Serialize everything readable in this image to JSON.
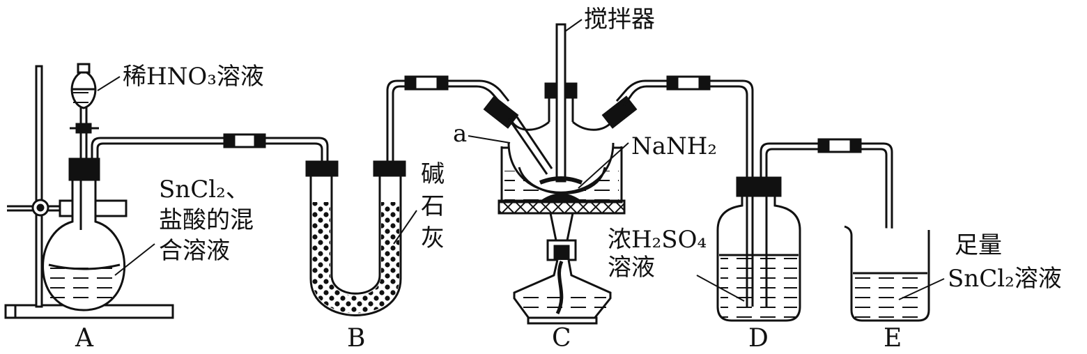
{
  "labels": {
    "hno3": "稀HNO₃溶液",
    "sncl2_mix": [
      "SnCl₂、",
      "盐酸的混",
      "合溶液"
    ],
    "soda_lime": [
      "碱",
      "石",
      "灰"
    ],
    "stirrer": "搅拌器",
    "a": "a",
    "nanh2": "NaNH₂",
    "h2so4": [
      "浓H₂SO₄",
      "溶液"
    ],
    "sncl2_excess": [
      "足量",
      "SnCl₂溶液"
    ]
  },
  "apparatus_letters": [
    "A",
    "B",
    "C",
    "D",
    "E"
  ],
  "colors": {
    "ink": "#111111",
    "bg": "#ffffff"
  }
}
